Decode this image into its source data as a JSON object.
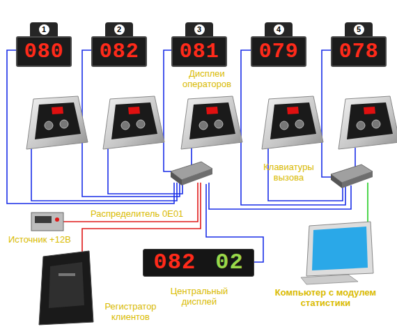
{
  "diagram": {
    "nodes": [
      {
        "text": [
          "1",
          "080"
        ]
      },
      {
        "text": [
          "2",
          "082"
        ]
      },
      {
        "text": [
          "3",
          "081"
        ]
      },
      {
        "text": [
          "4",
          "079"
        ]
      },
      {
        "text": [
          "5",
          "078"
        ]
      },
      {
        "text": [
          "082",
          "02",
          "Центральный дисплей"
        ]
      }
    ],
    "labels": [
      "Дисплеи операторов",
      "Клавиатуры вызова",
      "Распределитель 0E01",
      "Источник +12В",
      "Регистратор клиентов",
      "Компьютер с модулем статистики"
    ]
  }
}
